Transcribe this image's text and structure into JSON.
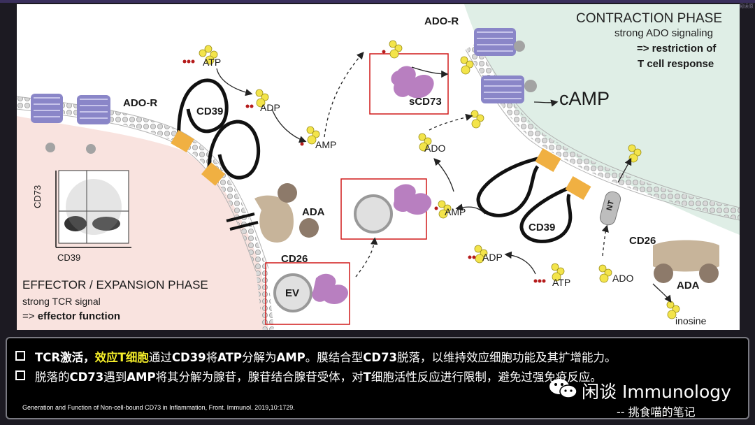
{
  "corner_text": "阅读原",
  "figure": {
    "contraction_title": "CONTRACTION PHASE",
    "contraction_l1": "strong ADO signaling",
    "contraction_l2": "=> restriction of",
    "contraction_l3": "T cell response",
    "effector_title": "EFFECTOR / EXPANSION PHASE",
    "effector_l1": "strong TCR signal",
    "effector_l2_prefix": "=> ",
    "effector_l2_bold": "effector function",
    "ado_r_left": "ADO-R",
    "ado_r_top": "ADO-R",
    "camp": "cAMP",
    "cd39_left": "CD39",
    "cd39_right": "CD39",
    "atp_left": "ATP",
    "adp_left": "ADP",
    "amp_left": "AMP",
    "scd73": "sCD73",
    "ado_mid": "ADO",
    "amp_mid": "AMP",
    "ada_left": "ADA",
    "cd26_left": "CD26",
    "ev": "EV",
    "adp_right": "ADP",
    "atp_right": "ATP",
    "ado_right": "ADO",
    "nt": "NT",
    "cd26_right": "CD26",
    "ada_right": "ADA",
    "inosine": "inosine",
    "flow_y": "CD73",
    "flow_x": "CD39"
  },
  "caption": {
    "line1_a": "TCR激活，",
    "line1_hl": "效应T细胞",
    "line1_b": "通过",
    "line1_c": "CD39",
    "line1_d": "将",
    "line1_e": "ATP",
    "line1_f": "分解为",
    "line1_g": "AMP",
    "line1_h": "。膜结合型",
    "line1_i": "CD73",
    "line1_j": "脱落，以维持效应细胞功能及其扩增能力。",
    "line2_a": "脱落的",
    "line2_b": "CD73",
    "line2_c": "遇到",
    "line2_d": "AMP",
    "line2_e": "将其分解为腺苷，腺苷结合腺苷受体，对",
    "line2_f": "T",
    "line2_g": "细胞活性反应进行限制，避免过强免疫反应。",
    "citation": "Generation and Function of Non-cell-bound CD73 in Inflammation, Front. Immunol. 2019,10:1729.",
    "watermark1": "闲谈 Immunology",
    "watermark2": "-- 挑食喵的笔记"
  },
  "colors": {
    "contraction_bg": "#dfeee6",
    "effector_bg": "#f9e3df",
    "receptor": "#8a86c8",
    "cd73": "#b87fc0",
    "atp_yellow": "#f3e44a",
    "cd39_orange": "#f0b042",
    "ada_tan": "#c7b49a",
    "red_box": "#d11a1a"
  }
}
